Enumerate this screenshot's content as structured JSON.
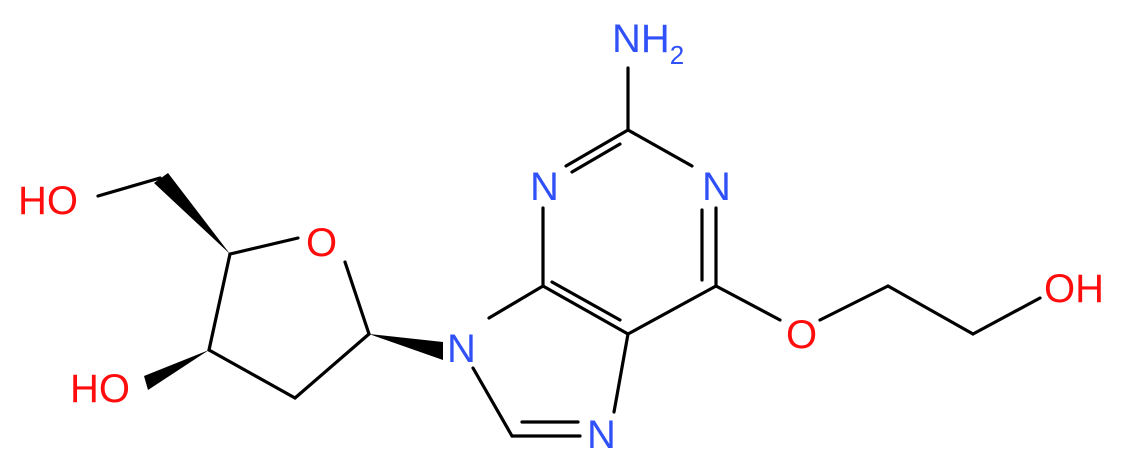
{
  "colors": {
    "bond": "#000000",
    "nitrogen": "#3050F8",
    "oxygen": "#FF0D0D",
    "background": "#ffffff"
  },
  "atoms": {
    "nh2": {
      "main": "NH",
      "sub": "2"
    },
    "n1": "N",
    "n3": "N",
    "n7": "N",
    "n9": "N",
    "o_ether": "O",
    "oh_chain": "OH",
    "o_ring": "O",
    "oh_ch2": "HO",
    "oh_ring": "HO"
  }
}
